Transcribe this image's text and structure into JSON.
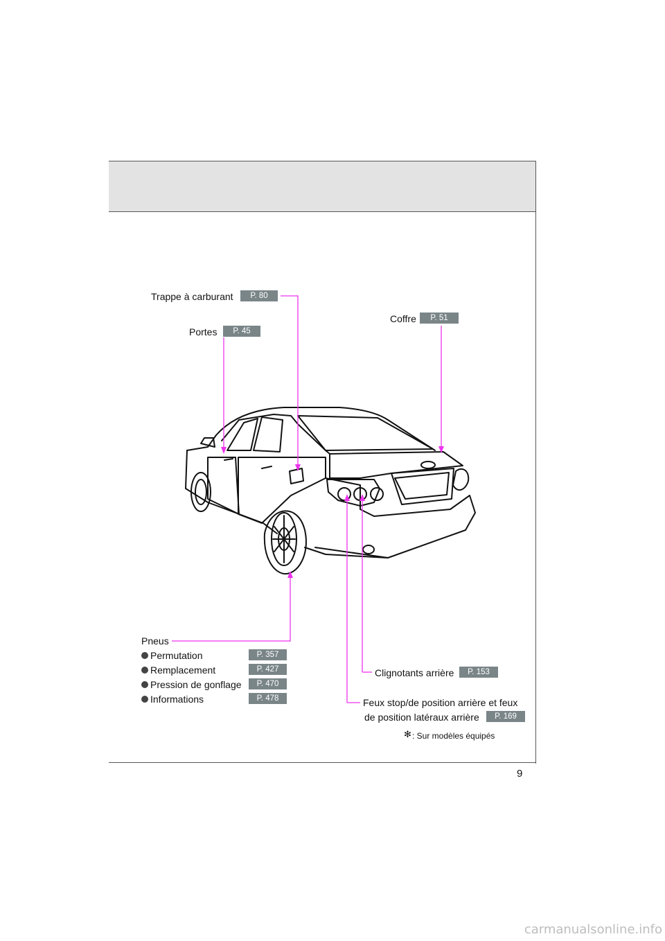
{
  "labels": {
    "fuel_door": "Trappe à carburant",
    "doors": "Portes",
    "trunk": "Coffre",
    "tires": "Pneus",
    "rotation": "Permutation",
    "replacement": "Remplacement",
    "inflation": "Pression de gonflage",
    "information": "Informations",
    "rear_turn": "Clignotants arrière",
    "stop_line1": "Feux stop/de position arrière et feux",
    "stop_line2": "de position latéraux arrière",
    "equipped_mark": "✻",
    "equipped_note": ": Sur modèles équipés"
  },
  "pages": {
    "fuel_door": "P. 80",
    "doors": "P. 45",
    "trunk": "P. 51",
    "rotation": "P. 357",
    "replacement": "P. 427",
    "inflation": "P. 470",
    "information": "P. 478",
    "rear_turn": "P. 153",
    "stop_lights": "P. 169"
  },
  "page_number": "9",
  "watermark": "carmanualsonline.info",
  "colors": {
    "leader": "#ee33ee",
    "badge": "#7a8588",
    "header_band": "#e3e3e3"
  }
}
